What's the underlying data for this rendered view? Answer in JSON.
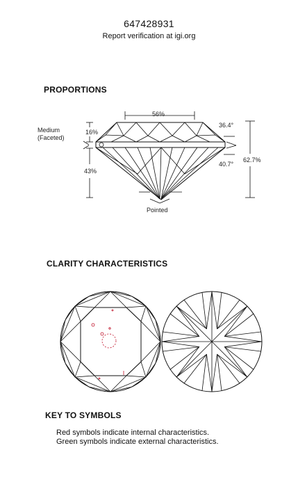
{
  "header": {
    "report_number": "647428931",
    "verification": "Report verification at igi.org"
  },
  "proportions": {
    "title": "PROPORTIONS",
    "table": "56%",
    "crown_height": "16%",
    "pavilion_depth": "43%",
    "crown_angle": "36.4°",
    "pavilion_angle": "40.7°",
    "total_depth": "62.7%",
    "girdle_line1": "Medium",
    "girdle_line2": "(Faceted)",
    "culet": "Pointed"
  },
  "clarity": {
    "title": "CLARITY CHARACTERISTICS"
  },
  "key": {
    "title": "KEY TO SYMBOLS",
    "red_line": "Red symbols indicate internal characteristics.",
    "green_line": "Green symbols indicate external characteristics."
  },
  "colors": {
    "line": "#111111",
    "internal_symbol": "#c0142b"
  }
}
